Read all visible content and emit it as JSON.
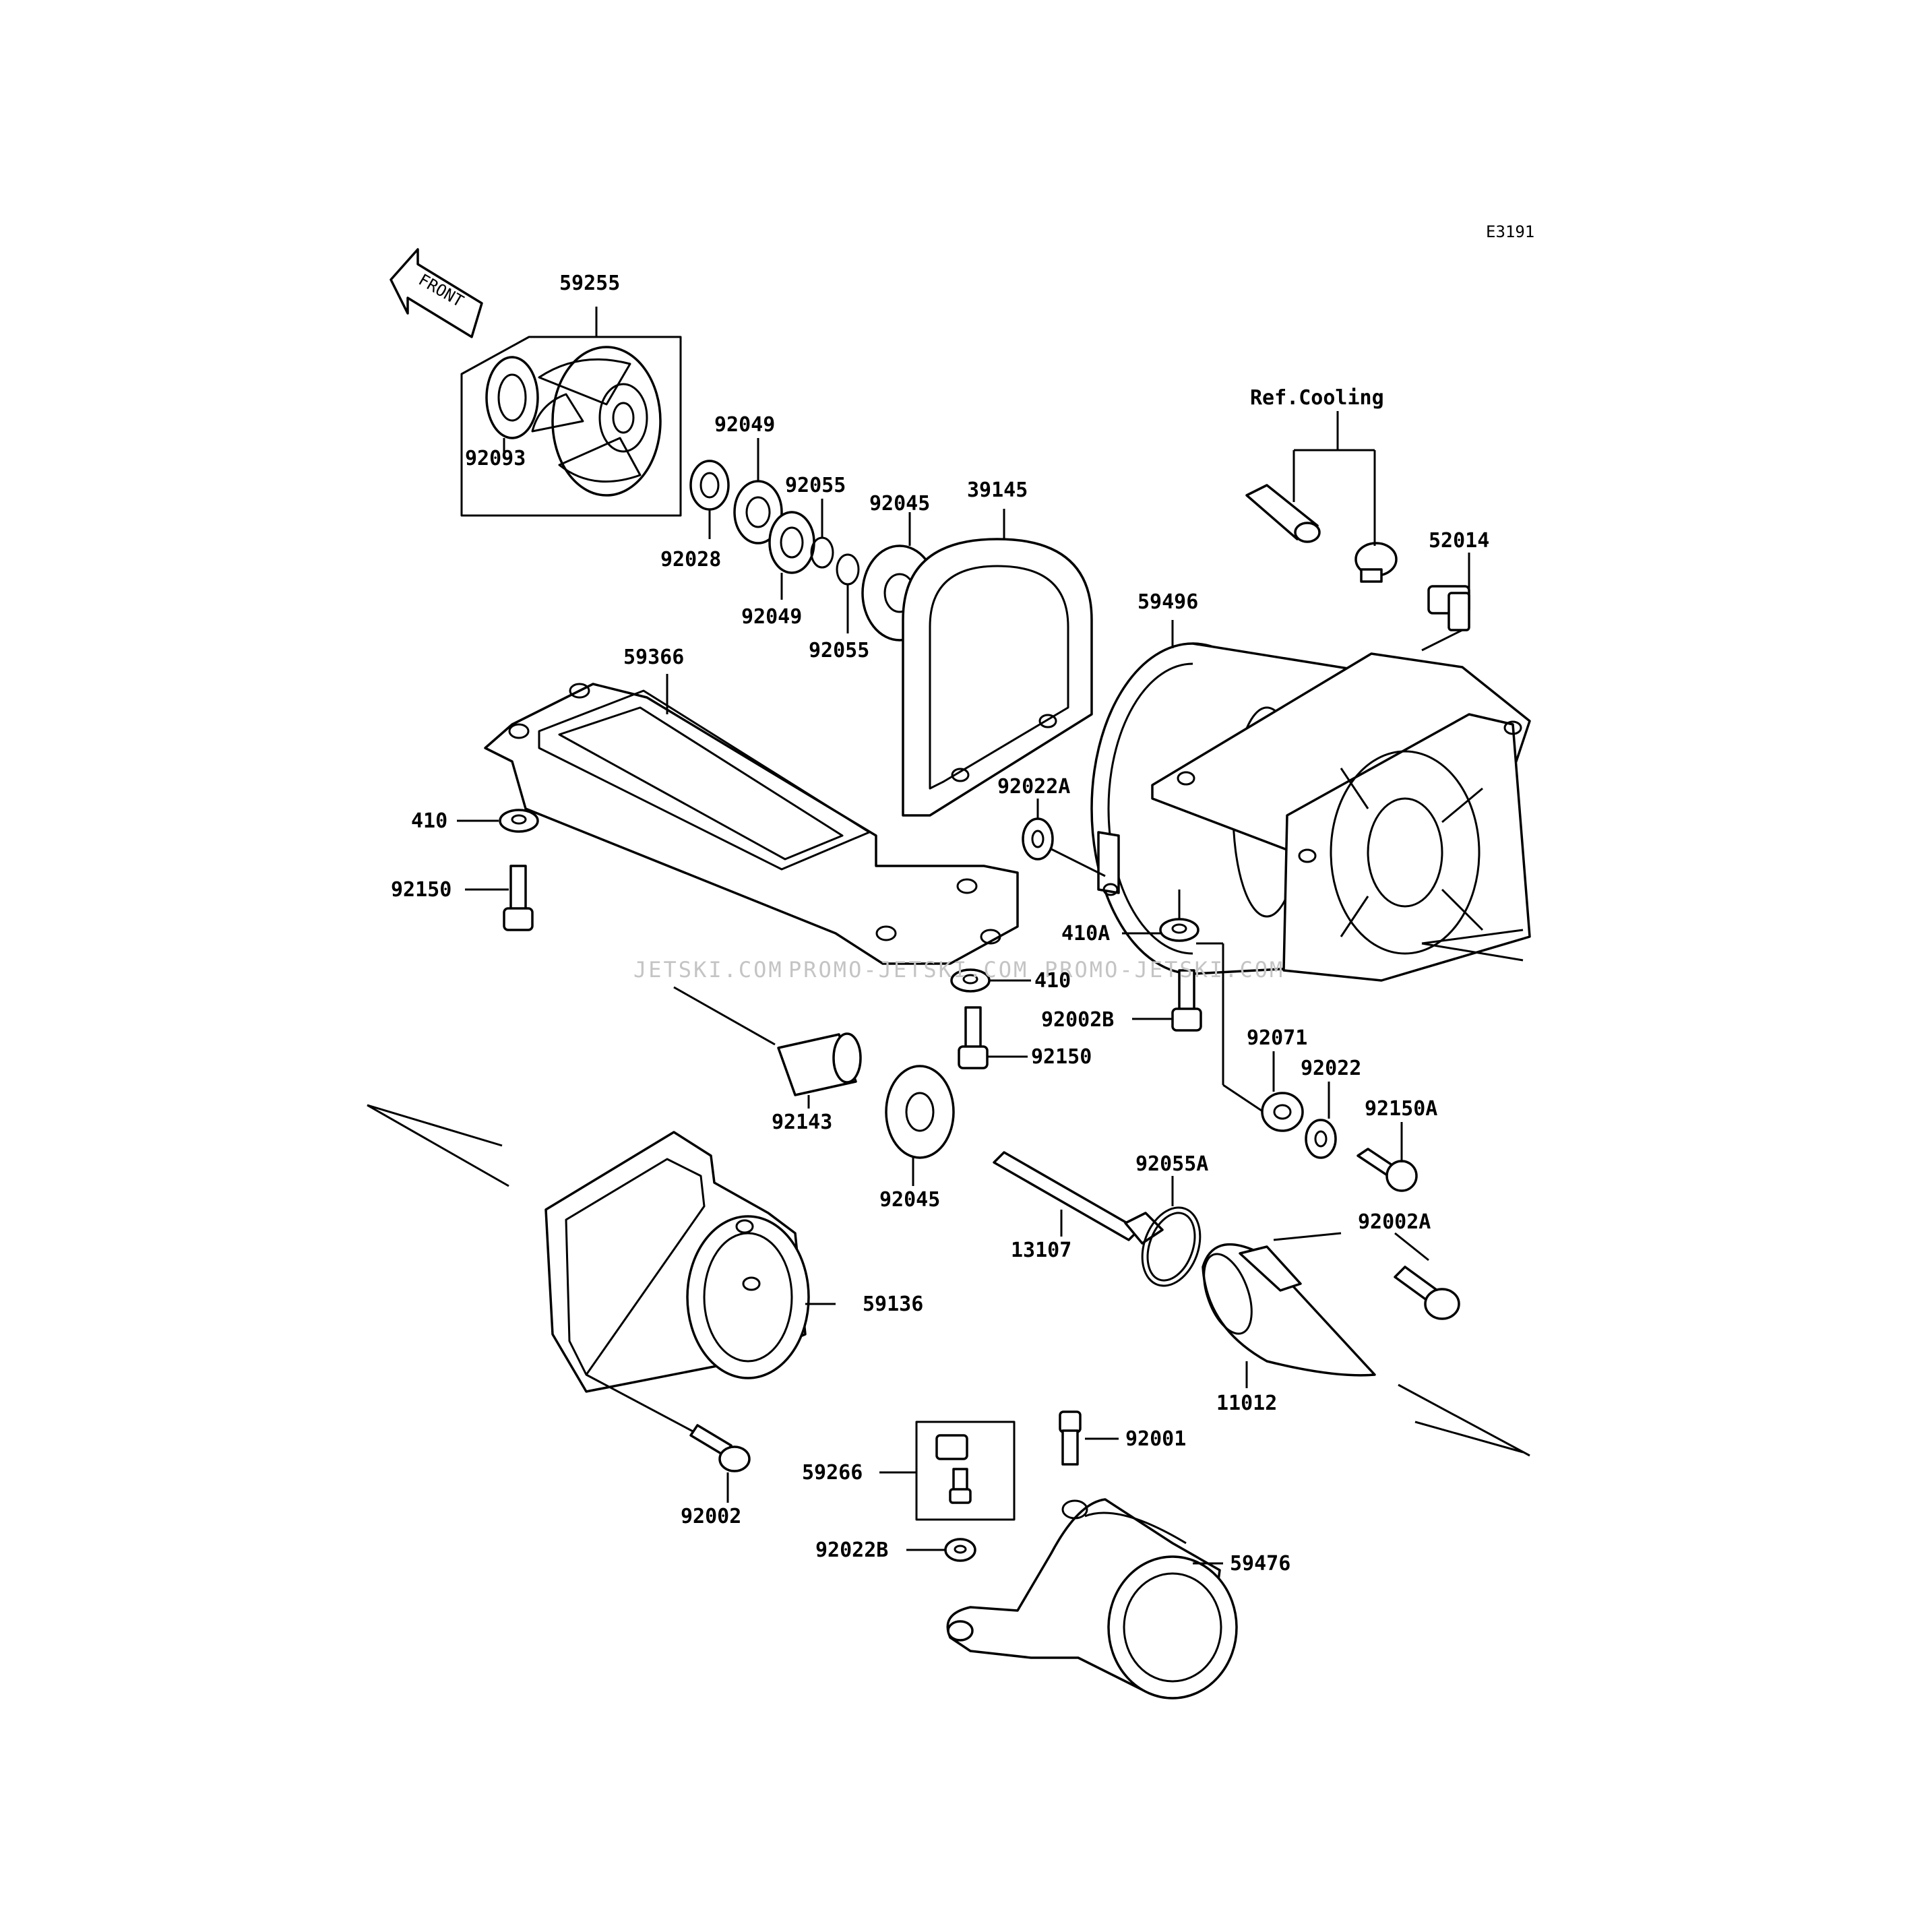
{
  "diagram": {
    "code": "E3191",
    "front_label": "FRONT",
    "ref_label": "Ref.Cooling",
    "watermarks": [
      "JETSKI.COM",
      "PROMO-JETSKI.COM",
      "PROMO-JETSKI.COM"
    ],
    "parts": {
      "p59255": "59255",
      "p92093": "92093",
      "p92049a": "92049",
      "p92049b": "92049",
      "p92055a": "92055",
      "p92055b": "92055",
      "p92045a": "92045",
      "p92045b": "92045",
      "p92028": "92028",
      "p39145": "39145",
      "p52014": "52014",
      "p59496": "59496",
      "p59366": "59366",
      "p410a": "410",
      "p410b": "410",
      "p410A": "410A",
      "p92150a": "92150",
      "p92150b": "92150",
      "p92150A": "92150A",
      "p92022A": "92022A",
      "p92022": "92022",
      "p92022B": "92022B",
      "p92002B": "92002B",
      "p92002A": "92002A",
      "p92002": "92002",
      "p92071": "92071",
      "p92143": "92143",
      "p92055A": "92055A",
      "p13107": "13107",
      "p59136": "59136",
      "p11012": "11012",
      "p92001": "92001",
      "p59266": "59266",
      "p59476": "59476"
    }
  }
}
